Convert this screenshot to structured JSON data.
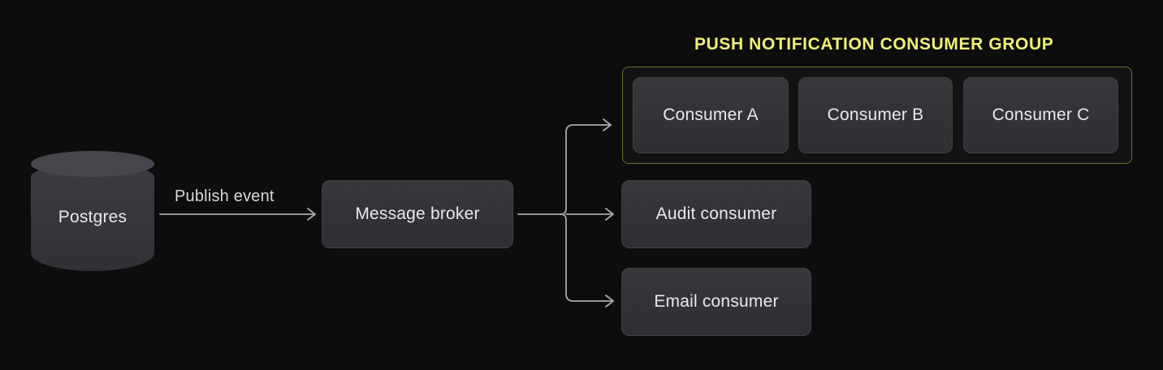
{
  "diagram": {
    "background_color": "#0d0d0d",
    "source": {
      "label": "Postgres",
      "shape": "cylinder"
    },
    "edges": [
      {
        "label": "Publish event",
        "from": "Postgres",
        "to": "Message broker"
      }
    ],
    "broker": {
      "label": "Message broker"
    },
    "consumer_group": {
      "title": "PUSH NOTIFICATION CONSUMER GROUP",
      "title_color": "#f0f07a",
      "border_color": "#6e6e30",
      "members": [
        {
          "label": "Consumer A"
        },
        {
          "label": "Consumer B"
        },
        {
          "label": "Consumer C"
        }
      ]
    },
    "standalone_consumers": [
      {
        "label": "Audit consumer"
      },
      {
        "label": "Email consumer"
      }
    ]
  }
}
